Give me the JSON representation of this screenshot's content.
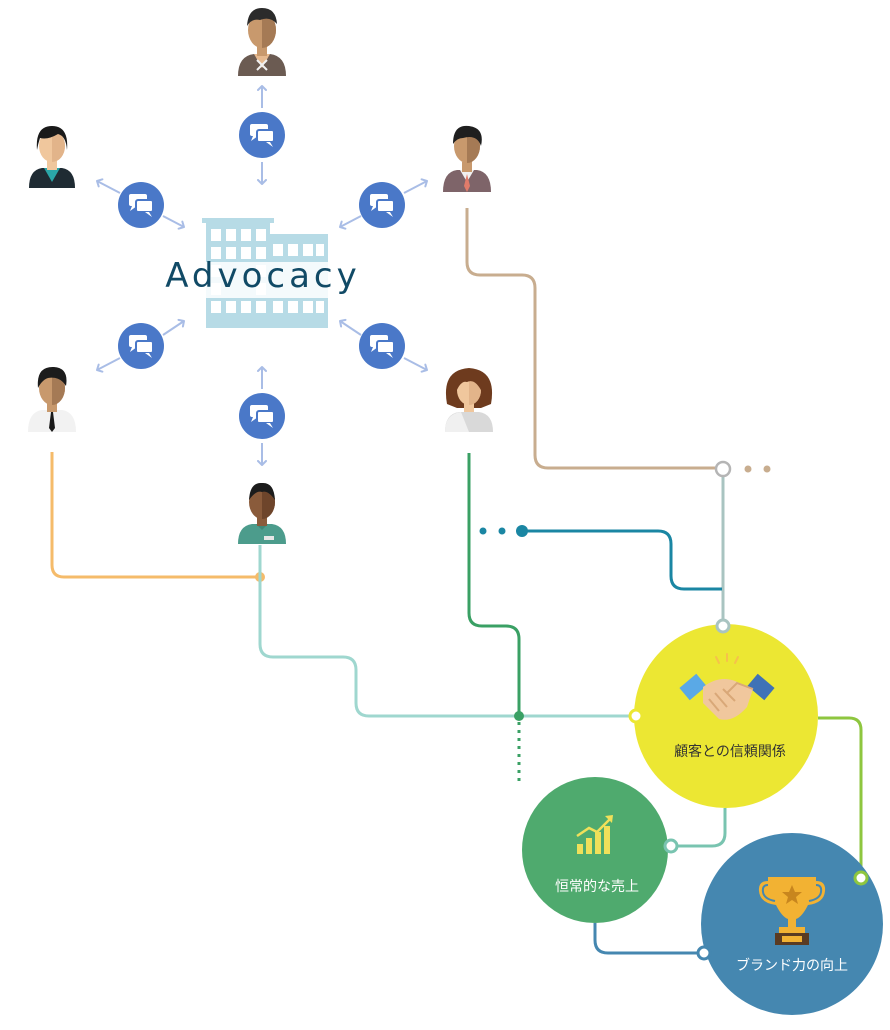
{
  "brand": {
    "name": "Advocacy"
  },
  "outcomes": {
    "trust": {
      "label": "顧客との信頼関係",
      "color": "#ece733",
      "icon": "handshake-icon"
    },
    "sales": {
      "label": "恒常的な売上",
      "color": "#4faa6e",
      "icon": "growth-chart-icon"
    },
    "brand_power": {
      "label": "ブランド力の向上",
      "color": "#4587b0",
      "icon": "trophy-icon"
    }
  },
  "colors": {
    "chat_bubble": "#4a78c8",
    "arrow": "#a9bde6",
    "building": "#b7dbe6",
    "line_tan": "#c8ad8f",
    "line_orange": "#f5bb6a",
    "line_mint": "#9fd7cf",
    "line_green": "#3aa064",
    "line_teal": "#1a86a3",
    "line_gray": "#a9c4c1",
    "line_lime": "#8ec63f",
    "line_blue": "#4587b0"
  }
}
